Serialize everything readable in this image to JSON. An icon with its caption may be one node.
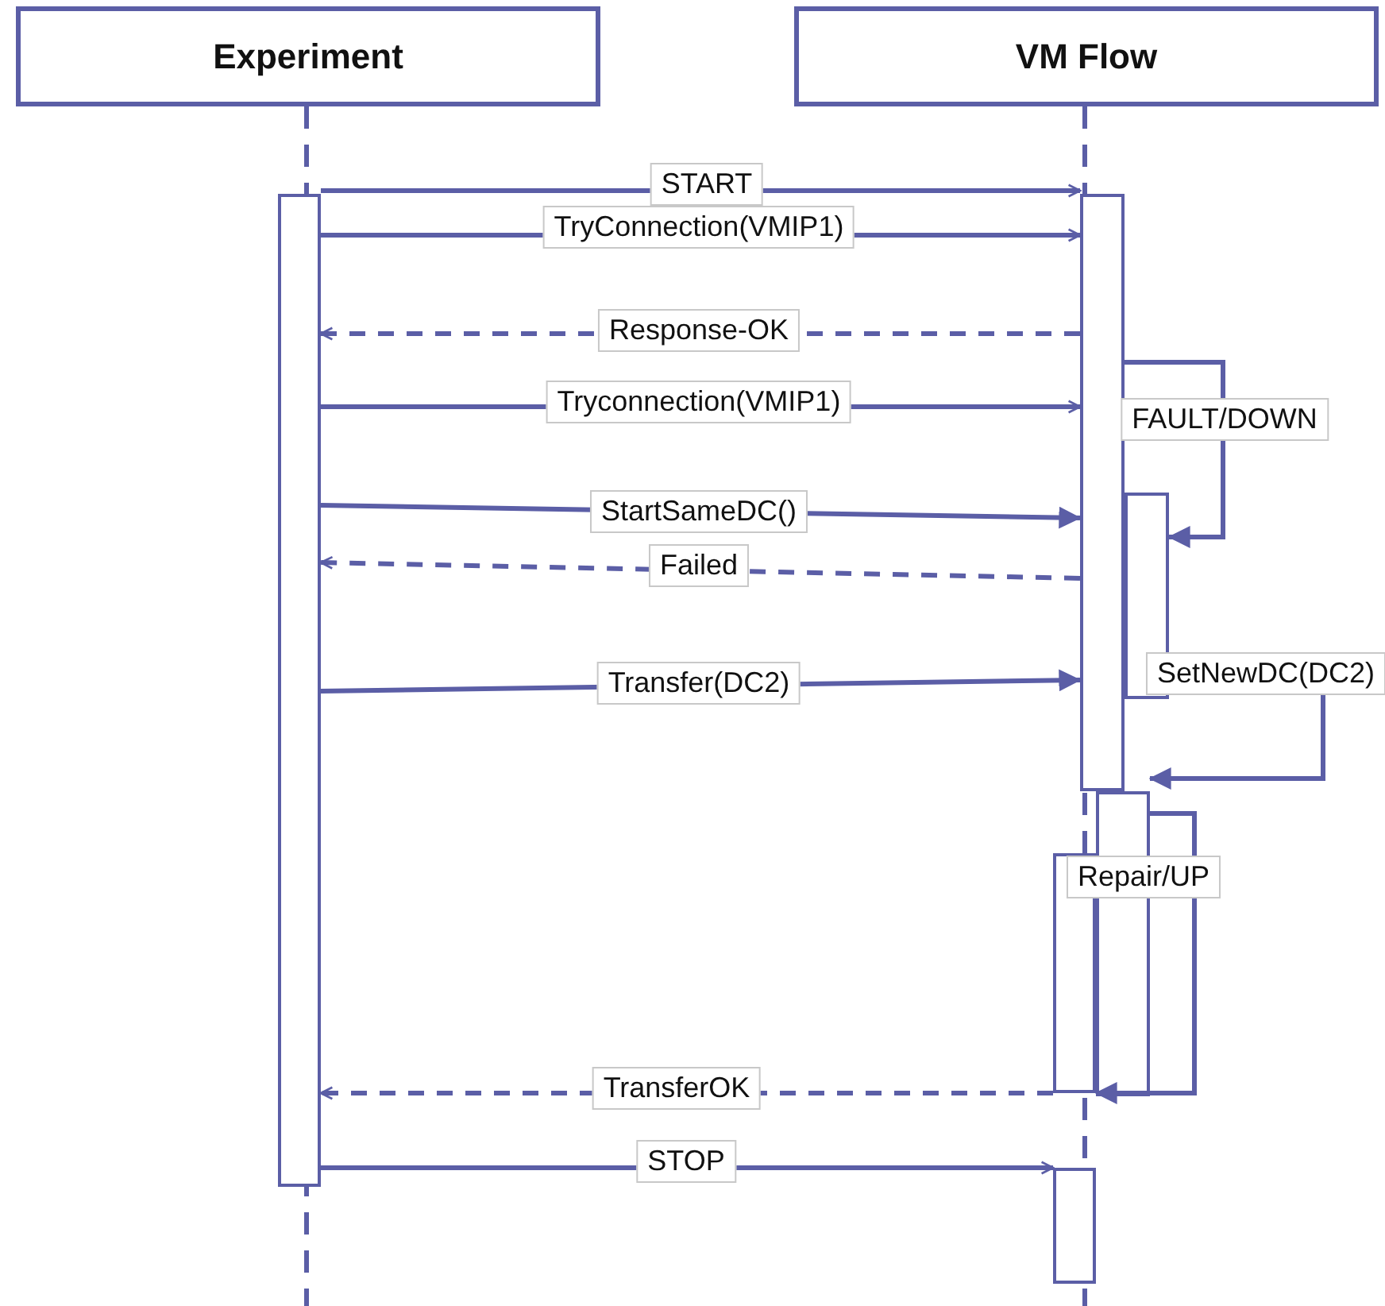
{
  "diagram": {
    "nodes": [
      {
        "text": [
          "Experiment"
        ]
      },
      {
        "text": [
          "VM Flow"
        ]
      },
      {
        "text": [],
        "shape": "bar"
      },
      {
        "text": [],
        "shape": "bar"
      },
      {
        "text": [],
        "shape": "bar"
      },
      {
        "text": [],
        "shape": "bar"
      },
      {
        "text": [],
        "shape": "bar"
      },
      {
        "text": [],
        "shape": "bar"
      }
    ],
    "edges": [
      {
        "from": 2,
        "to": 3,
        "arrow": "to",
        "label": "START"
      },
      {
        "from": 2,
        "to": 3,
        "arrow": "to",
        "label": "TryConnection(VMIP1)"
      },
      {
        "from": 3,
        "to": 2,
        "arrow": "to",
        "label": "Response-OK",
        "style": "dashed"
      },
      {
        "from": 2,
        "to": 3,
        "arrow": "to",
        "label": "Tryconnection(VMIP1)"
      },
      {
        "from": 3,
        "to": 4,
        "arrow": "to",
        "label": "FAULT/DOWN"
      },
      {
        "from": 2,
        "to": 3,
        "arrow": "to",
        "label": "StartSameDC()"
      },
      {
        "from": 3,
        "to": 2,
        "arrow": "to",
        "label": "Failed",
        "style": "dashed"
      },
      {
        "from": 2,
        "to": 3,
        "arrow": "to",
        "label": "Transfer(DC2)"
      },
      {
        "from": 4,
        "to": 5,
        "arrow": "to",
        "label": "SetNewDC(DC2)"
      },
      {
        "from": 5,
        "to": 6,
        "arrow": "to",
        "label": "Repair/UP"
      },
      {
        "from": 6,
        "to": 2,
        "arrow": "to",
        "label": "TransferOK",
        "style": "dashed"
      },
      {
        "from": 2,
        "to": 7,
        "arrow": "to",
        "label": "STOP"
      }
    ]
  }
}
